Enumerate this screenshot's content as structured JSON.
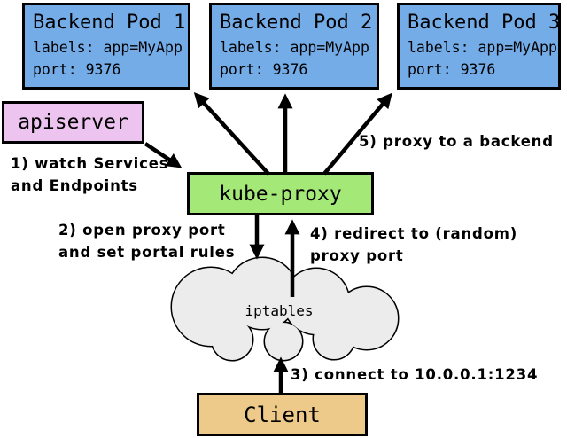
{
  "colors": {
    "pod_fill": "#74ace8",
    "apiserver_fill": "#edc4f0",
    "kube_proxy_fill": "#a4e878",
    "client_fill": "#edc98a",
    "cloud_fill": "#ececec",
    "outline": "#000000",
    "background": "#ffffff"
  },
  "nodes": {
    "pods": [
      {
        "title": "Backend Pod 1",
        "labels": "labels: app=MyApp",
        "port": "port: 9376"
      },
      {
        "title": "Backend Pod 2",
        "labels": "labels: app=MyApp",
        "port": "port: 9376"
      },
      {
        "title": "Backend Pod 3",
        "labels": "labels: app=MyApp",
        "port": "port: 9376"
      }
    ],
    "apiserver": {
      "label": "apiserver"
    },
    "kube_proxy": {
      "label": "kube-proxy"
    },
    "iptables": {
      "label": "iptables"
    },
    "client": {
      "label": "Client"
    }
  },
  "annotations": {
    "step1_line1": "1) watch Services",
    "step1_line2": "and Endpoints",
    "step2_line1": "2) open proxy port",
    "step2_line2": "and set portal rules",
    "step3": "3) connect to 10.0.0.1:1234",
    "step4_line1": "4) redirect to (random)",
    "step4_line2": "proxy port",
    "step5": "5) proxy to a backend"
  }
}
